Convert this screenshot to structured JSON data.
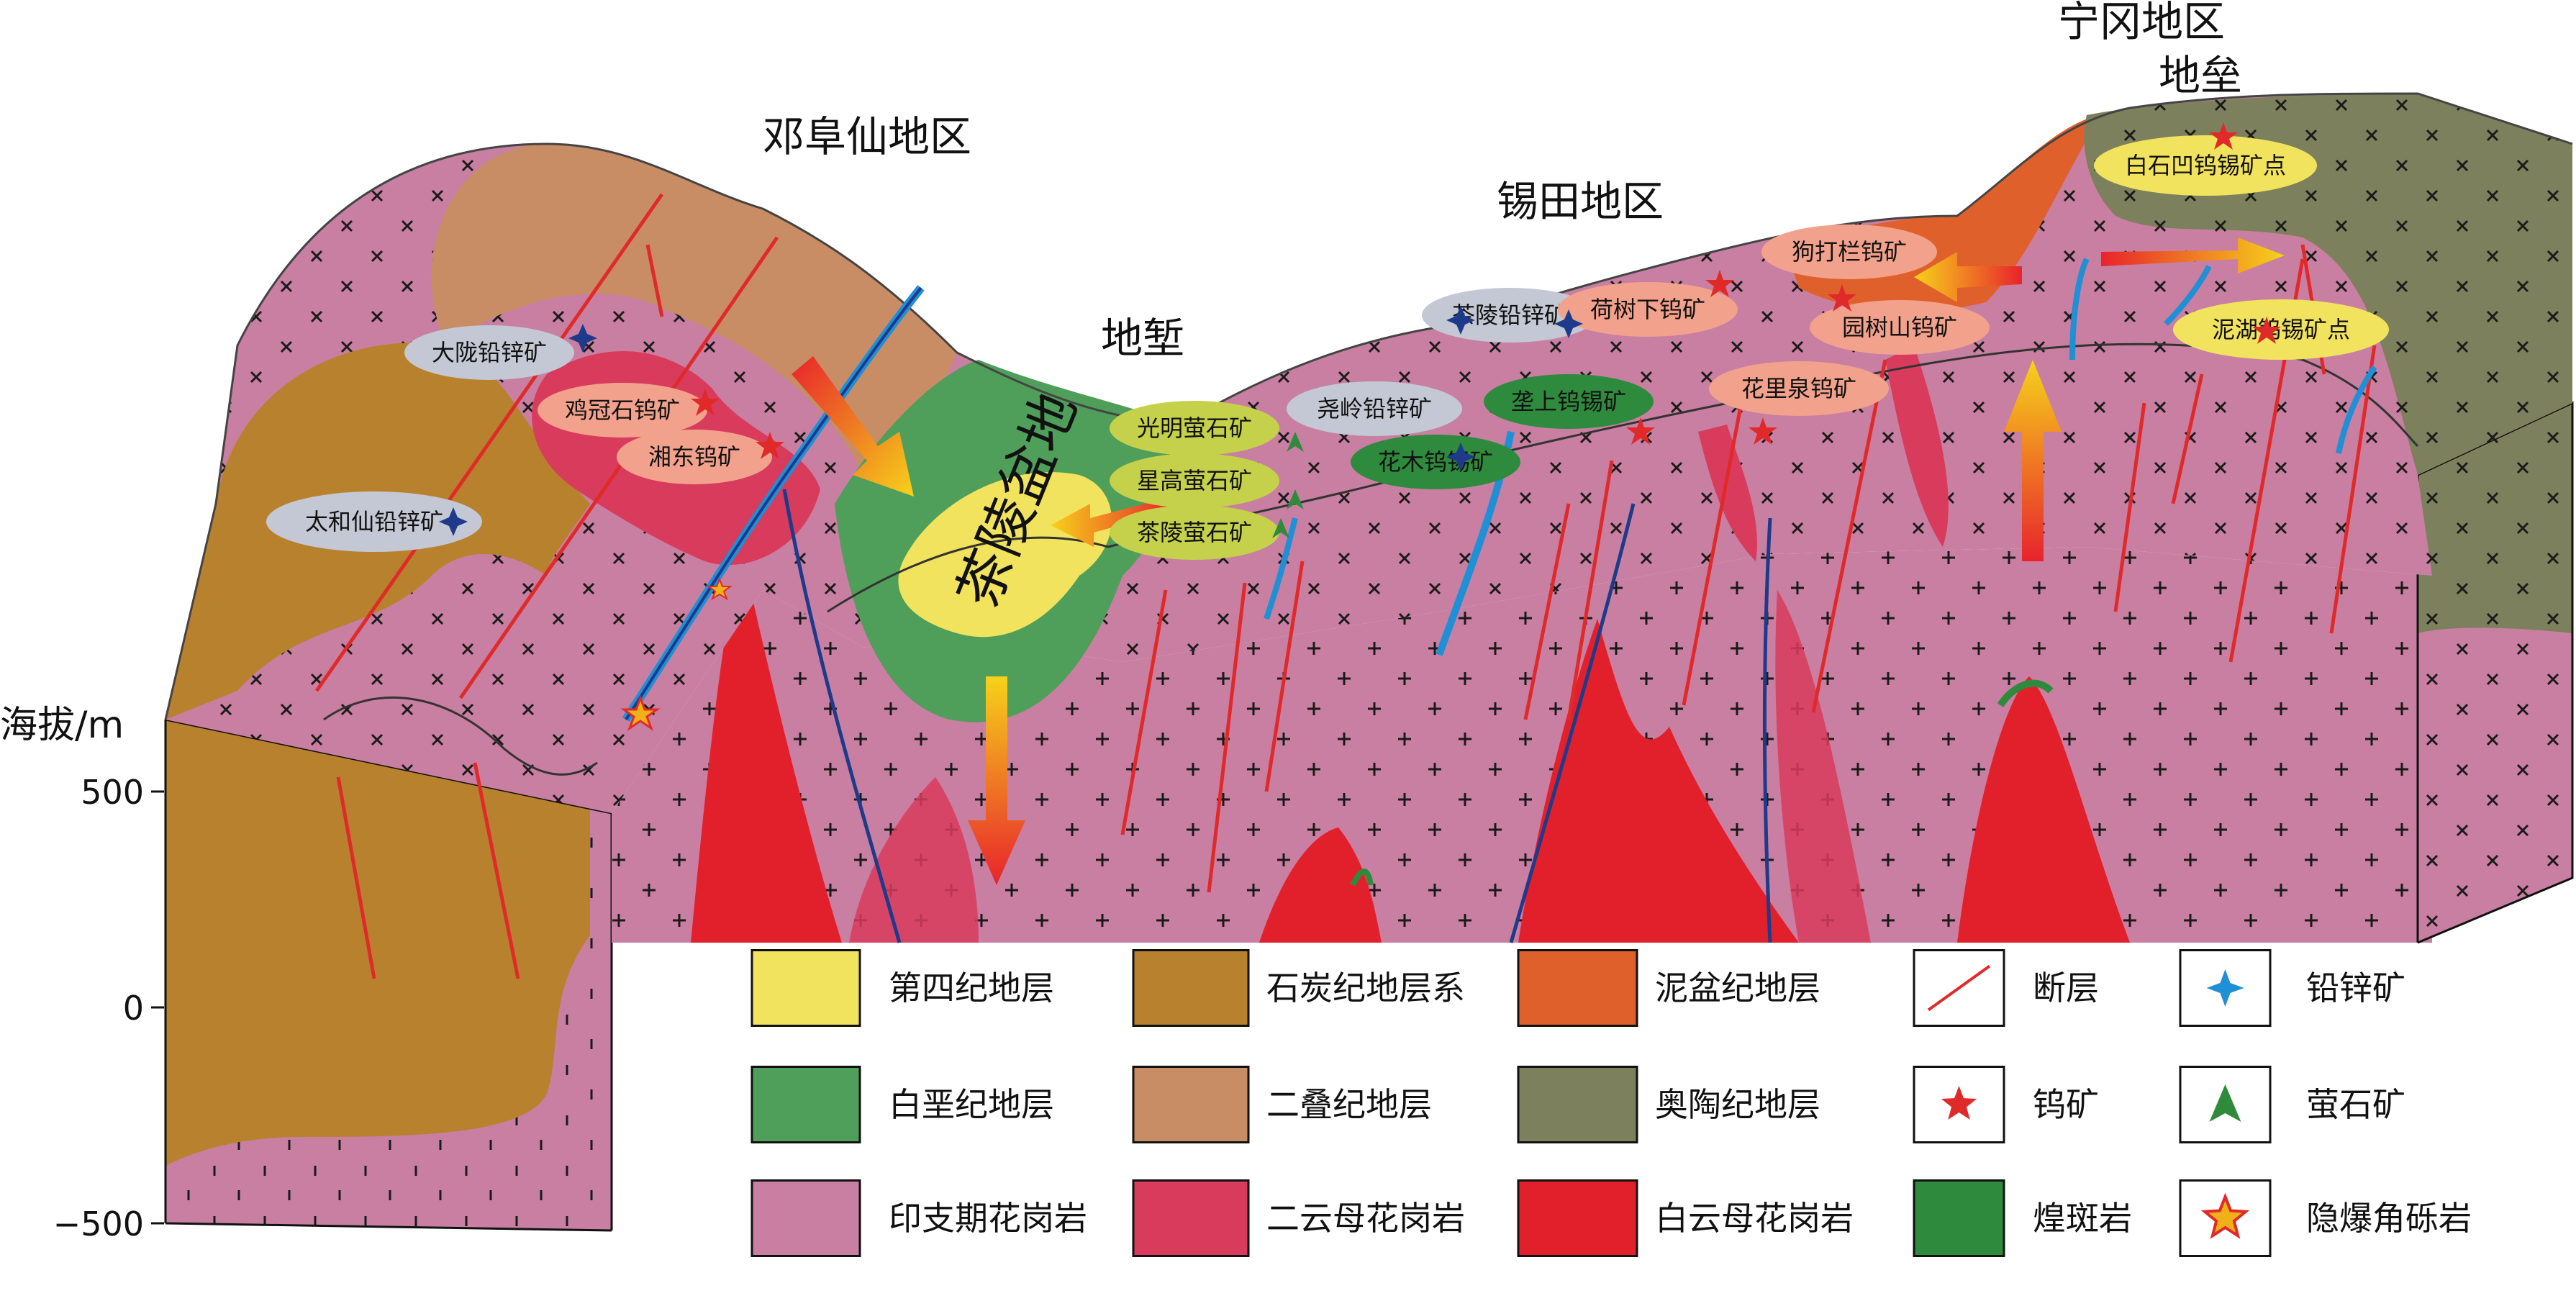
{
  "axis": {
    "label": "海拔/m",
    "ticks": [
      "500",
      "0",
      "−500"
    ]
  },
  "regions": {
    "denghuangxian": "邓阜仙地区",
    "xitian": "锡田地区",
    "ninggang": "宁冈地区",
    "digang": "地堑",
    "dilei": "地垒",
    "basin": "茶陵盆地"
  },
  "mines": {
    "dalong": "大陇铅锌矿",
    "jiguanshi": "鸡冠石钨矿",
    "xiangdong": "湘东钨矿",
    "taihexian": "太和仙铅锌矿",
    "guangming": "光明萤石矿",
    "xinggao": "星高萤石矿",
    "chaling_fluorite": "茶陵萤石矿",
    "yaoling": "尧岭铅锌矿",
    "chaling_pbzn": "茶陵铅锌矿",
    "huamu": "花木钨锡矿",
    "lushang": "垄上钨锡矿",
    "heshuxia": "荷树下钨矿",
    "huaniquan": "花里泉钨矿",
    "goudalan": "狗打栏钨矿",
    "yuanshushan": "园树山钨矿",
    "baishiao": "白石凹钨锡矿点",
    "nihu": "泥湖钨锡矿点"
  },
  "legend": [
    {
      "id": "quaternary",
      "label": "第四纪地层",
      "color": "#f2e35e",
      "kind": "swatch"
    },
    {
      "id": "carboniferous",
      "label": "石炭纪地层系",
      "color": "#b8812e",
      "kind": "swatch"
    },
    {
      "id": "devonian",
      "label": "泥盆纪地层",
      "color": "#e0602c",
      "kind": "swatch"
    },
    {
      "id": "fault",
      "label": "断层",
      "color": "#e02a2a",
      "kind": "line"
    },
    {
      "id": "pbzn",
      "label": "铅锌矿",
      "color": "#1f8fd6",
      "kind": "star4"
    },
    {
      "id": "cretaceous",
      "label": "白垩纪地层",
      "color": "#4f9e5a",
      "kind": "swatch"
    },
    {
      "id": "permian",
      "label": "二叠纪地层",
      "color": "#c98d66",
      "kind": "swatch"
    },
    {
      "id": "ordovician",
      "label": "奥陶纪地层",
      "color": "#7d805c",
      "kind": "swatch"
    },
    {
      "id": "tungsten",
      "label": "钨矿",
      "color": "#e02a2a",
      "kind": "star5"
    },
    {
      "id": "fluorite",
      "label": "萤石矿",
      "color": "#2f8a3b",
      "kind": "tri"
    },
    {
      "id": "indosinian",
      "label": "印支期花岗岩",
      "color": "#c87fa2",
      "kind": "swatch"
    },
    {
      "id": "twomica",
      "label": "二云母花岗岩",
      "color": "#d93b5c",
      "kind": "swatch"
    },
    {
      "id": "muscovite",
      "label": "白云母花岗岩",
      "color": "#e2202c",
      "kind": "swatch"
    },
    {
      "id": "lamprophyre",
      "label": "煌斑岩",
      "color": "#2e8a3c",
      "kind": "swatch"
    },
    {
      "id": "breccia",
      "label": "隐爆角砾岩",
      "color": "#f0b018",
      "kind": "star5o"
    }
  ]
}
